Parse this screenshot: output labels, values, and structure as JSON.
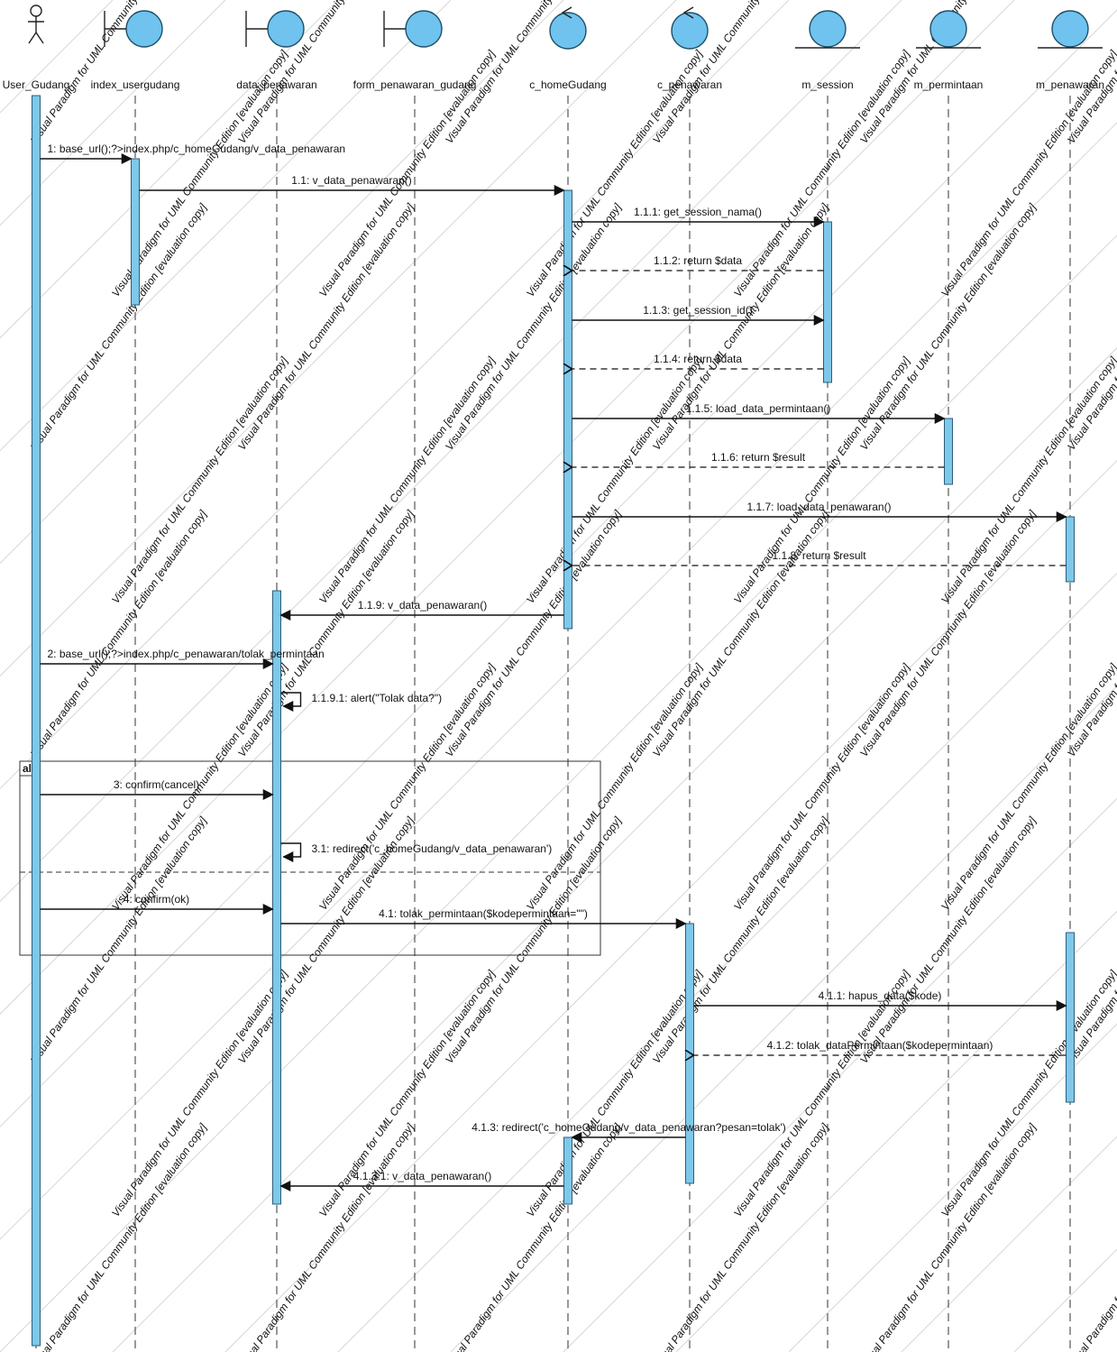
{
  "watermark": "Visual Paradigm for UML Community Edition [evaluation copy]",
  "lifelines": [
    {
      "id": "user",
      "name": "User_Gudang",
      "kind": "actor"
    },
    {
      "id": "idx",
      "name": "index_usergudang",
      "kind": "boundary"
    },
    {
      "id": "dp",
      "name": "data_penawaran",
      "kind": "boundary"
    },
    {
      "id": "fpg",
      "name": "form_penawaran_gudang",
      "kind": "boundary"
    },
    {
      "id": "chg",
      "name": "c_homeGudang",
      "kind": "control"
    },
    {
      "id": "cp",
      "name": "c_penawaran",
      "kind": "control"
    },
    {
      "id": "ms",
      "name": "m_session",
      "kind": "entity"
    },
    {
      "id": "mpm",
      "name": "m_permintaan",
      "kind": "entity"
    },
    {
      "id": "mpn",
      "name": "m_penawaran",
      "kind": "entity"
    }
  ],
  "messages": [
    {
      "label": "1: base_url();?>index.php/c_homeGudang/v_data_penawaran",
      "from": "user",
      "to": "idx",
      "type": "sync"
    },
    {
      "label": "1.1: v_data_penawaran()",
      "from": "idx",
      "to": "chg",
      "type": "sync"
    },
    {
      "label": "1.1.1: get_session_nama()",
      "from": "chg",
      "to": "ms",
      "type": "sync"
    },
    {
      "label": "1.1.2: return $data",
      "from": "ms",
      "to": "chg",
      "type": "return"
    },
    {
      "label": "1.1.3: get_session_id()",
      "from": "chg",
      "to": "ms",
      "type": "sync"
    },
    {
      "label": "1.1.4: return $data",
      "from": "ms",
      "to": "chg",
      "type": "return"
    },
    {
      "label": "1.1.5: load_data_permintaan()",
      "from": "chg",
      "to": "mpm",
      "type": "sync"
    },
    {
      "label": "1.1.6: return $result",
      "from": "mpm",
      "to": "chg",
      "type": "return"
    },
    {
      "label": "1.1.7: load_data_penawaran()",
      "from": "chg",
      "to": "mpn",
      "type": "sync"
    },
    {
      "label": "1.1.8: return $result",
      "from": "mpn",
      "to": "chg",
      "type": "return"
    },
    {
      "label": "1.1.9: v_data_penawaran()",
      "from": "chg",
      "to": "dp",
      "type": "sync"
    },
    {
      "label": "2: base_url();?>index.php/c_penawaran/tolak_permintaan",
      "from": "user",
      "to": "dp",
      "type": "sync"
    },
    {
      "label": "1.1.9.1: alert(\"Tolak data?\")",
      "from": "dp",
      "to": "dp",
      "type": "self"
    },
    {
      "label": "3: confirm(cancel)",
      "from": "user",
      "to": "dp",
      "type": "sync"
    },
    {
      "label": "3.1: redirect('c_homeGudang/v_data_penawaran')",
      "from": "dp",
      "to": "dp",
      "type": "self"
    },
    {
      "label": "4: confirm(ok)",
      "from": "user",
      "to": "dp",
      "type": "sync"
    },
    {
      "label": "4.1: tolak_permintaan($kodepermintaan=\"\")",
      "from": "dp",
      "to": "cp",
      "type": "sync"
    },
    {
      "label": "4.1.1: hapus_data($kode)",
      "from": "cp",
      "to": "mpn",
      "type": "sync"
    },
    {
      "label": "4.1.2: tolak_dataPermintaan($kodepermintaan)",
      "from": "mpn",
      "to": "cp",
      "type": "return"
    },
    {
      "label": "4.1.3: redirect('c_homeGudang/v_data_penawaran?pesan=tolak')",
      "from": "cp",
      "to": "chg",
      "type": "sync"
    },
    {
      "label": "4.1.3.1: v_data_penawaran()",
      "from": "chg",
      "to": "dp",
      "type": "sync"
    }
  ],
  "alt_frame": {
    "tag": "alt"
  }
}
